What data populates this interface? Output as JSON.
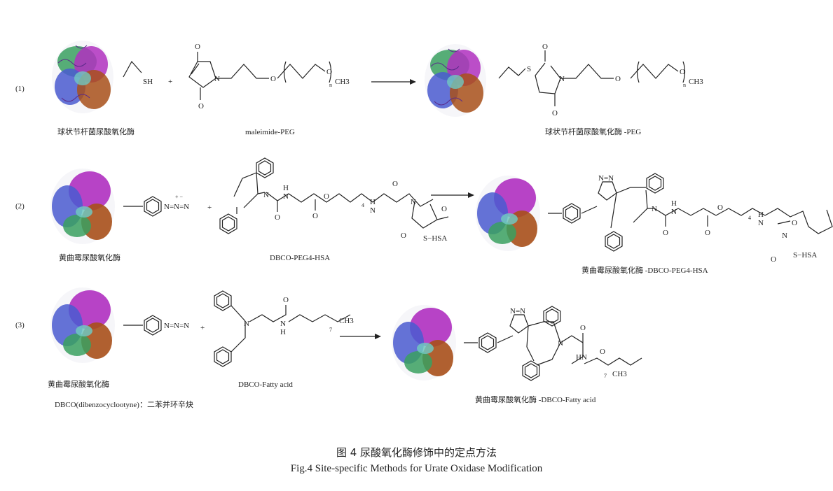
{
  "rows": [
    {
      "number": "(1)",
      "enzyme": "球状节杆菌尿酸氧化酶",
      "reagent": "maleimide-PEG",
      "product": "球状节杆菌尿酸氧化酶 -PEG",
      "atoms": {
        "sh": "SH",
        "plus": "+",
        "o": "O",
        "n": "N",
        "ch3": "CH3",
        "sub_n": "n",
        "s": "S"
      }
    },
    {
      "number": "(2)",
      "enzyme": "黄曲霉尿酸氧化酶",
      "reagent": "DBCO-PEG4-HSA",
      "product": "黄曲霉尿酸氧化酶 -DBCO-PEG4-HSA",
      "atoms": {
        "azide": "N=N=N",
        "azide_charge": "+ −",
        "o": "O",
        "n": "N",
        "h": "H",
        "sub_4": "4",
        "shsa": "S−HSA",
        "triazole": "N=N",
        "plus": "+"
      }
    },
    {
      "number": "(3)",
      "enzyme": "黄曲霉尿酸氧化酶",
      "reagent": "DBCO-Fatty acid",
      "product": "黄曲霉尿酸氧化酶 -DBCO-Fatty acid",
      "atoms": {
        "azide": "N=N=N",
        "plus": "+",
        "o": "O",
        "n": "N",
        "h": "H",
        "hn": "HN",
        "sub_7": "7",
        "ch3": "CH3",
        "triazole": "N=N"
      }
    }
  ],
  "note": "DBCO(dibenzocyclootyne)：二苯并环辛炔",
  "caption": {
    "cn": "图 4  尿酸氧化酶修饰中的定点方法",
    "en": "Fig.4   Site-specific Methods for Urate Oxidase Modification"
  },
  "colors": {
    "magenta": "#b030c0",
    "blue": "#4a5bd0",
    "brown": "#a8501a",
    "green": "#3aa060",
    "cyan": "#70c8c0"
  }
}
